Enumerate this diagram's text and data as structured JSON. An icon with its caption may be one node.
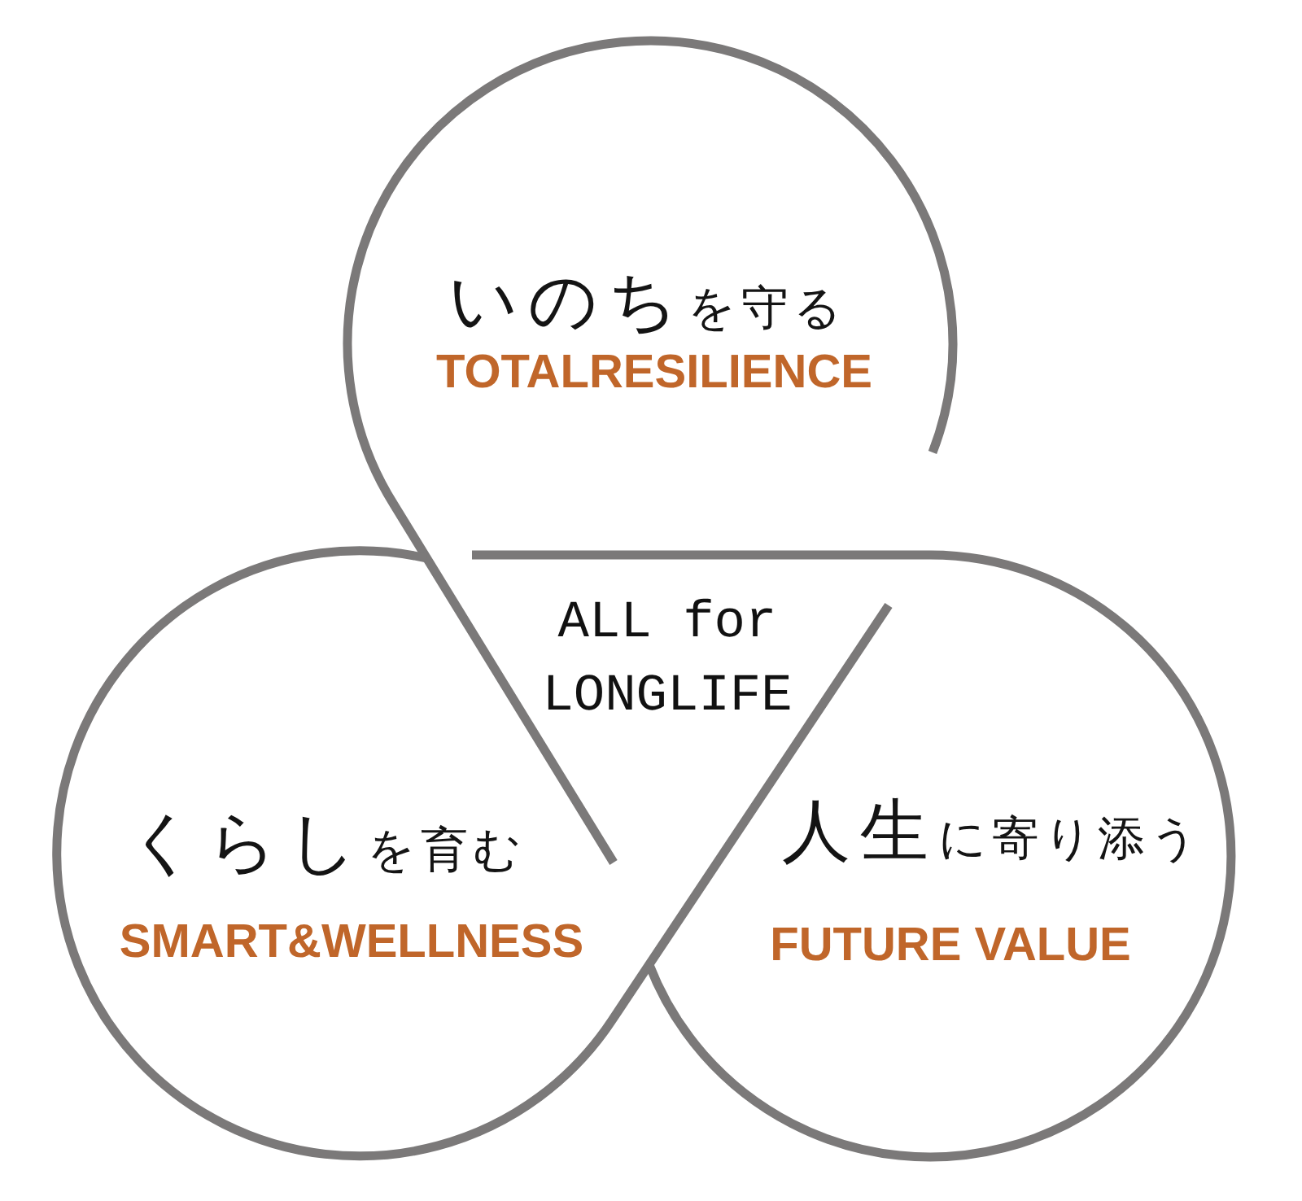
{
  "diagram": {
    "nodes": [
      {
        "text": [
          "いのちを守る",
          "TOTALRESILIENCE"
        ]
      },
      {
        "text": [
          "くらしを育む",
          "SMART&WELLNESS"
        ]
      },
      {
        "text": [
          "人生に寄り添う",
          "FUTURE VALUE"
        ]
      }
    ],
    "labels": [
      "ALL for LONGLIFE"
    ]
  }
}
